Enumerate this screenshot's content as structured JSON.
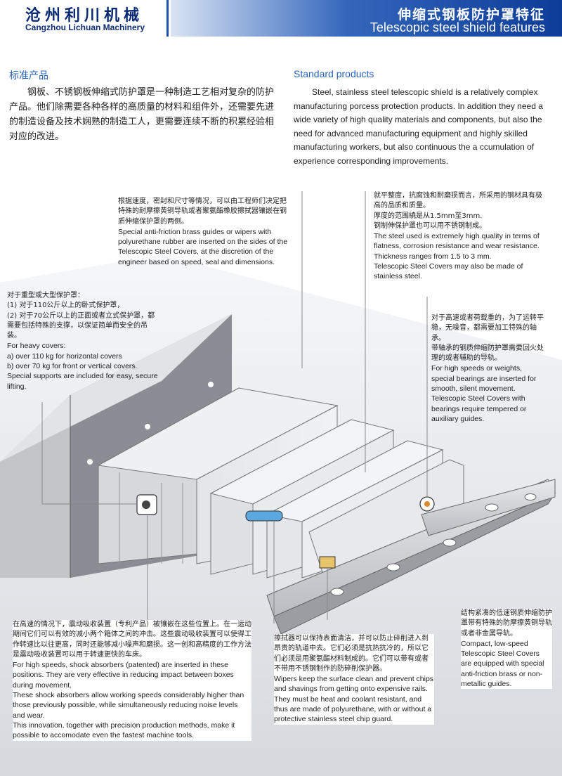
{
  "header": {
    "company_cn": "沧州利川机械",
    "company_en": "Cangzhou Lichuan Machinery",
    "title_cn": "伸缩式钢板防护罩特征",
    "title_en": "Telescopic steel shield features"
  },
  "intro": {
    "cn_title": "标准产品",
    "cn_text": "钢板、不锈钢板伸缩式防护罩是一种制造工艺相对复杂的防护产品。他们除需要各种各样的高质量的材料和组件外，还需要先进的制造设备及技术娴熟的制造工人，更需要连续不断的积累经验相对应的改进。",
    "en_title": "Standard products",
    "en_text": "Steel, stainless steel telescopic shield is a relatively complex manufacturing porcess protection products. In addition they need a wide variety of high quality materials and components, but also the need for advanced manufacturing equipment and highly skilled manufacturing workers, but also continuous the a ccumulation of experience corresponding improvements."
  },
  "notes": {
    "guides": {
      "cn": "根据速度，密封和尺寸等情况，可以由工程师们决定把特殊的耐摩擦黄铜导轨或者聚氨酯橡胶擦拭器镶嵌在钢质伸缩保护罩的两侧。",
      "en": "Special anti-friction brass guides or wipers with polyurethane rubber are inserted on the sides of the Telescopic Steel Covers, at the discretion of the engineer based on speed, seal and dimensions."
    },
    "steel": {
      "cn1": "就平整度，抗腐蚀和耐磨损而言，所采用的钢材具有极高的品质和质量。",
      "cn2": "厚度的范围繞是从1.5mm至3mm.",
      "cn3": "钢制伸保护罩也可以用不锈钢制成。",
      "en1": "The steel used is extremely high quality in terms of flatness, corrosion resistance and wear resistance.",
      "en2": "Thickness ranges from 1.5 to 3 mm.",
      "en3": "Telescopic Steel Covers may also be made of stainless steel."
    },
    "heavy": {
      "cn1": "对于重型或大型保护罩：",
      "cn2": "(1) 对于110公斤以上的卧式保护罩，",
      "cn3": "(2) 对于70公斤以上的正面或者立式保护罩，都需要包括特殊的支撑，以保证简单而安全的吊装。",
      "en1": "For heavy covers:",
      "en2": "a) over 110 kg for horizontal covers",
      "en3": "b) over 70 kg for front or vertical covers.",
      "en4": "Special supports are included for easy, secure lifting."
    },
    "bearings": {
      "cn1": "对于高速或者荷载重的，为了运转平稳，无噪音，都需要加工特殊的轴承。",
      "cn2": "带轴承的钢质伸缩防护罩需要回火处理的或者辅助的导轨。",
      "en1": "For high speeds or weights, special bearings are inserted for smooth, silent movement.",
      "en2": "Telescopic Steel Covers with bearings require tempered or auxiliary guides."
    },
    "shock": {
      "cn": "在高速的情况下，震动吸收装置（专利产品）被镶嵌在这些位置上。在一运动期间它们可以有效的减小两个箱体之间的冲击。这些震动吸收装置可以使得工作转速比以往更高，同时还能够减小噪声和磨损。这一创和高精度的工作方法是震动吸收装置可以用于转速更快的车床。",
      "en1": "For high speeds,  shock absorbers (patented) are inserted in these positions. They are very effective in reducing impact between boxes during movement.",
      "en2": "These shock absorbers allow working speeds considerably higher than those previously possible, while simultaneously reducing noise levels and wear.",
      "en3": "This innovation, together with precision production methods, make it possible to accomodate even the fastest machine tools."
    },
    "wipers": {
      "cn": "擦拭器可以保持表面清洁，并可以防止碎削进入到昂贵的轨道中去。它们必须是抗热抗冷的，所以它们必须是用聚氨酯材料制成的。它们可以带有或者不带用不锈钢制作的防碎削保护器。",
      "en1": "Wipers keep the surface clean and prevent chips and shavings from getting onto expensive rails.",
      "en2": "They must be heat and coolant resistant, and thus are made of polyurethane, with or without a protective stainless steel chip guard."
    },
    "compact": {
      "cn": "结构紧凑的低速钢质伸缩防护罩带有特殊的防摩擦黄铜导轨或者非金属导轨。",
      "en": "Compact, low-speed Telescopic Steel Covers are equipped with special anti-friction brass or non-metallic guides."
    }
  }
}
